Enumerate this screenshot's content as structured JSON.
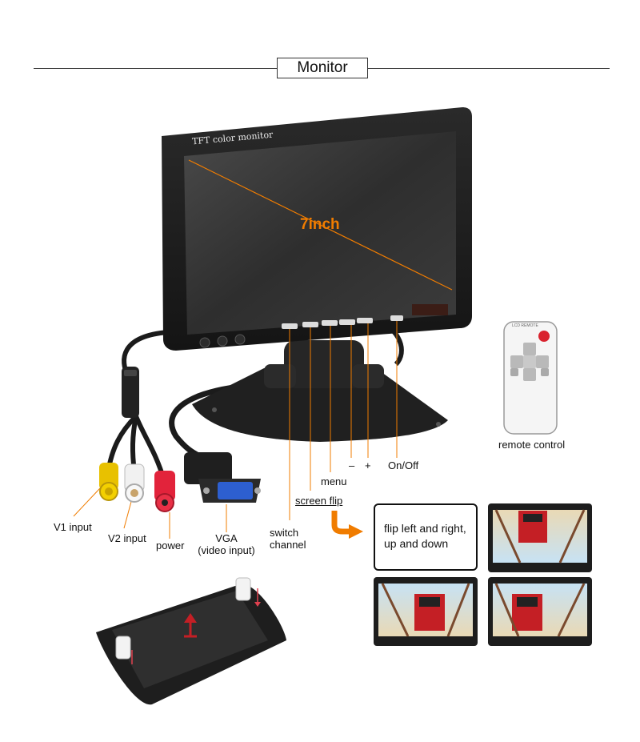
{
  "header": {
    "title": "Monitor"
  },
  "monitor": {
    "brand_text": "TFT color monitor",
    "size_label": "7inch"
  },
  "labels": {
    "v1_input": "V1 input",
    "v2_input": "V2 input",
    "power": "power",
    "vga_line1": "VGA",
    "vga_line2": "(video input)",
    "switch_line1": "switch",
    "switch_line2": "channel",
    "screen_flip": "screen flip",
    "menu": "menu",
    "minus": "–",
    "plus": "+",
    "on_off": "On/Off",
    "remote_control": "remote control"
  },
  "flip": {
    "line1": "flip left and right,",
    "line2": "up and down"
  },
  "remote": {
    "brand_text": "LCD REMOTE"
  },
  "colors": {
    "accent": "#f07c00",
    "bezel": "#1d1d1d",
    "screen": "#3a3a3a",
    "text": "#111111"
  }
}
